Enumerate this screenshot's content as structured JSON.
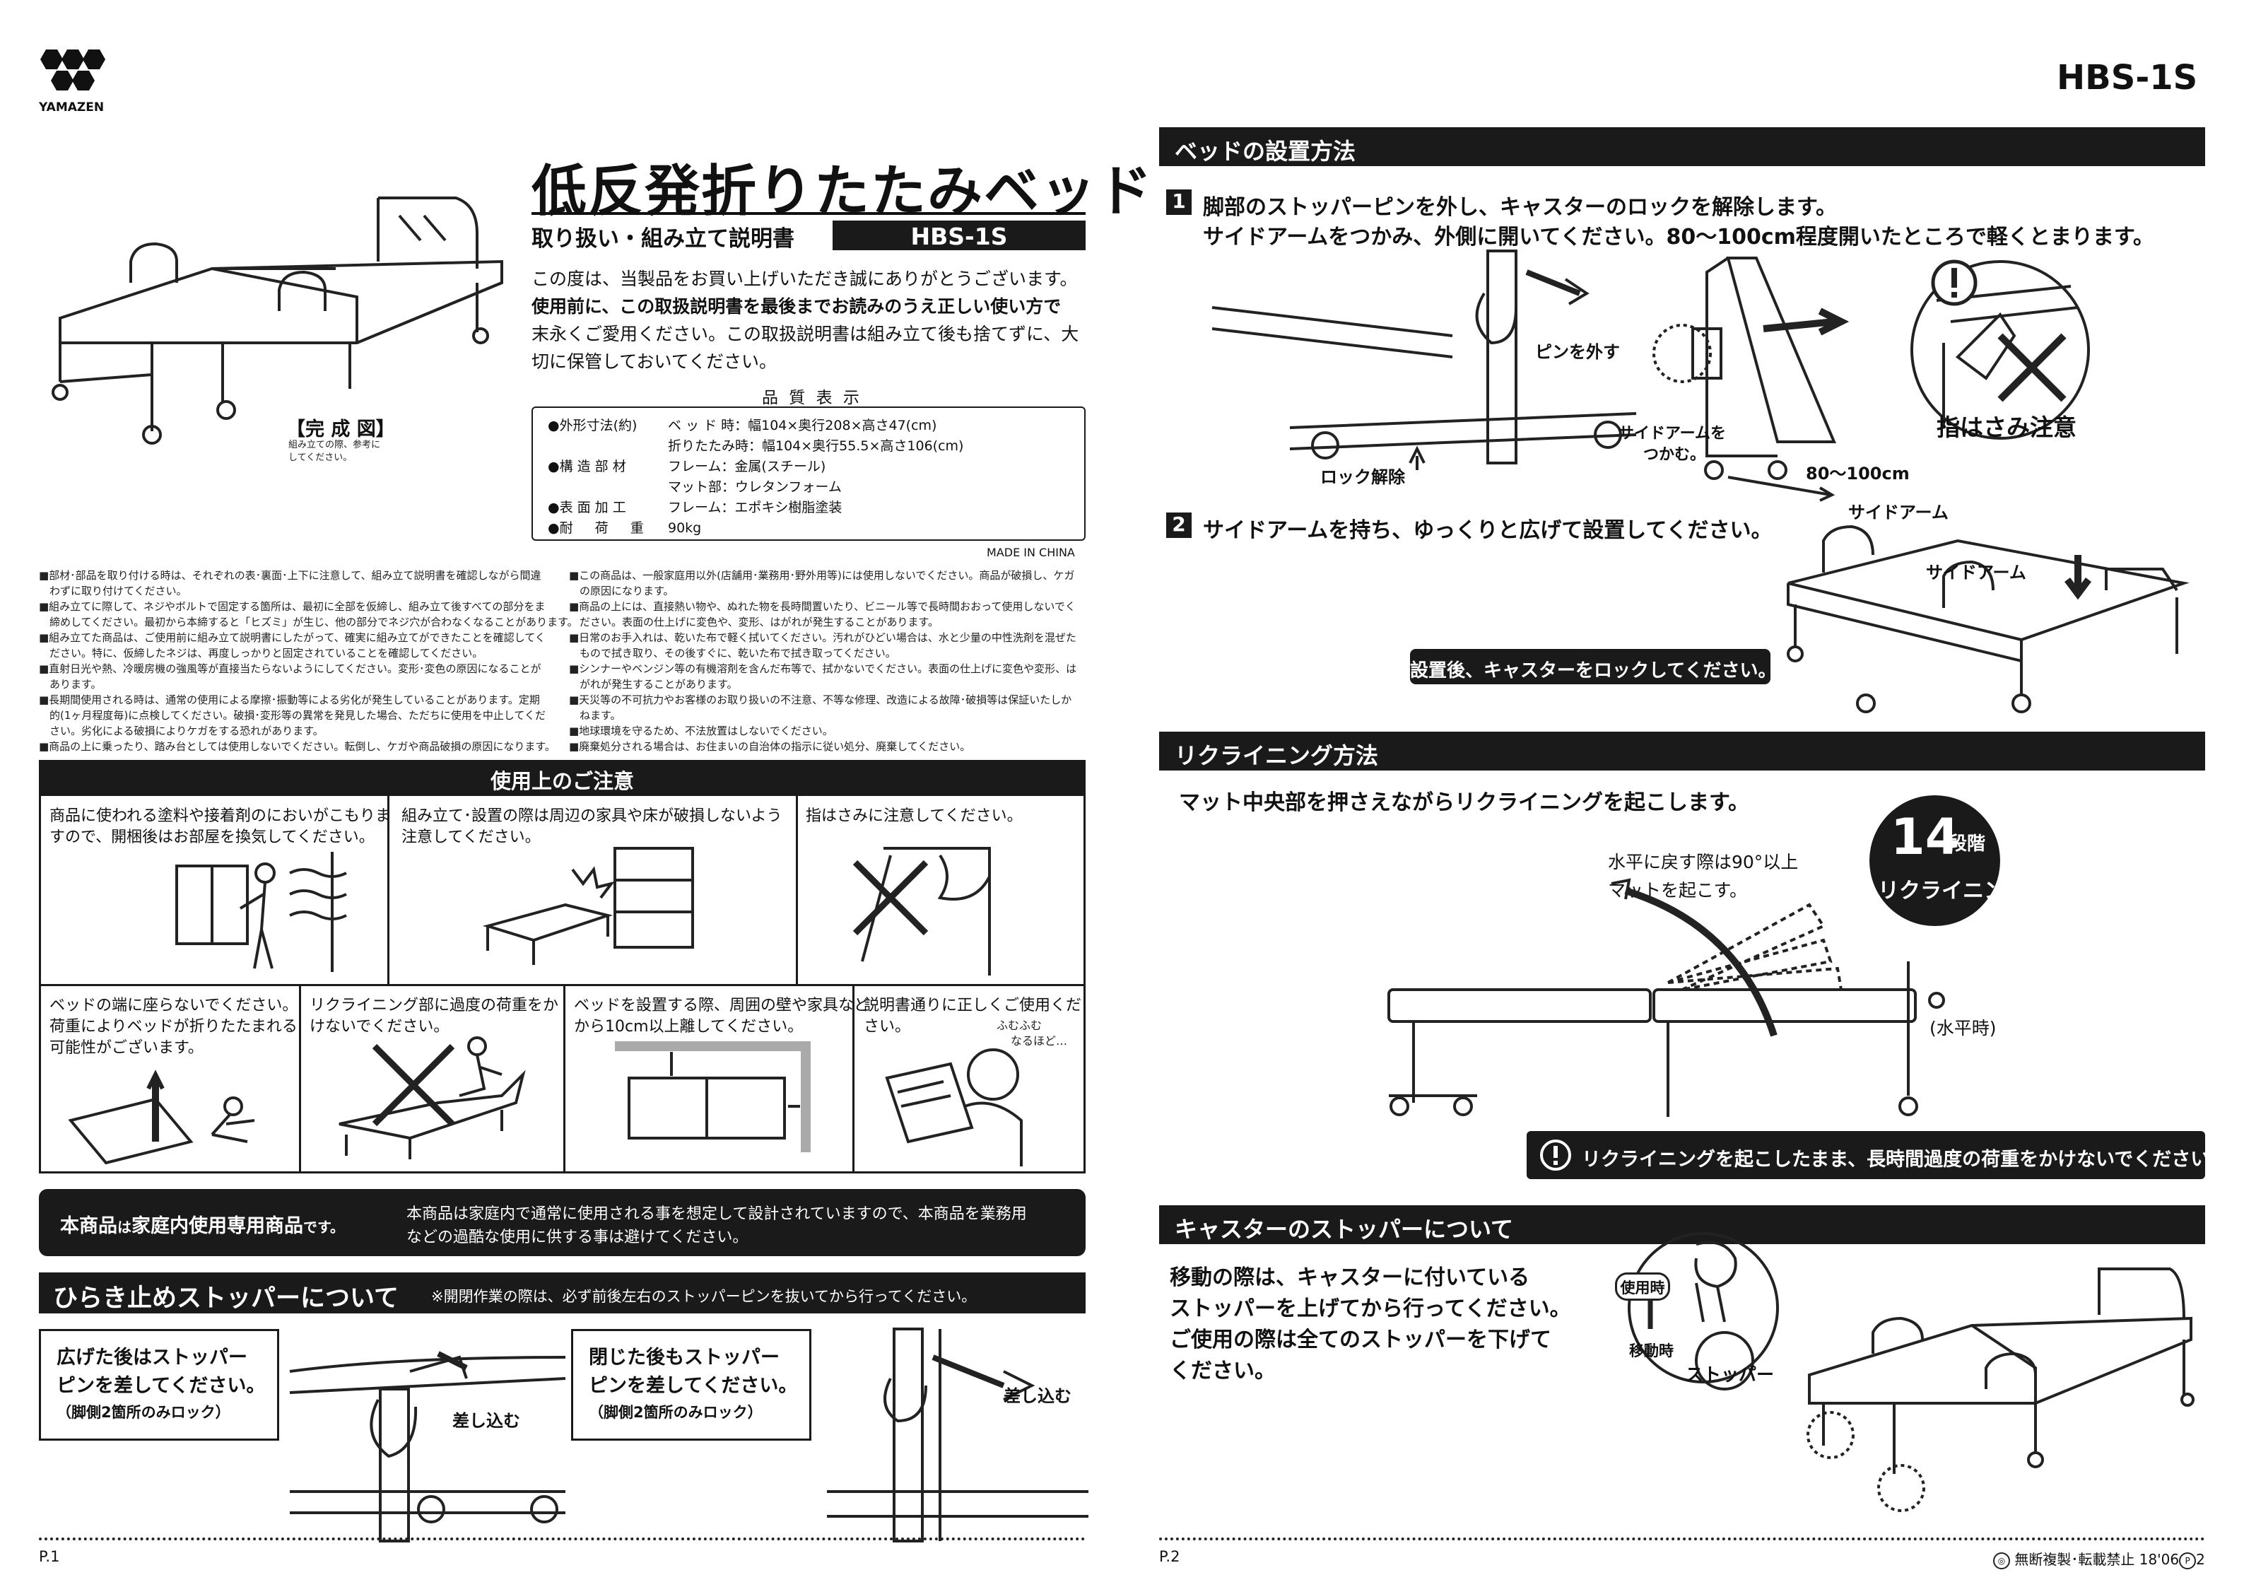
{
  "brand": {
    "name": "YAMAZEN"
  },
  "model_code": "HBS-1S",
  "title": "低反発折りたたみベッド",
  "subtitle": "取り扱い・組み立て説明書",
  "completed_figure": {
    "label": "【完 成 図】",
    "note_1": "組み立ての際、参考に",
    "note_2": "してください。"
  },
  "intro": [
    "この度は、当製品をお買い上げいただき誠にありがとうございます。",
    "使用前に、この取扱説明書を最後までお読みのうえ正しい使い方で",
    "末永くご愛用ください。この取扱説明書は組み立て後も捨てずに、大",
    "切に保管しておいてください。"
  ],
  "quality": {
    "heading": "品 質 表 示",
    "rows": [
      [
        "●外形寸法(約)",
        "ベ ッ ド 時：幅104×奥行208×高さ47(cm)"
      ],
      [
        "",
        "折りたたみ時：幅104×奥行55.5×高さ106(cm)"
      ],
      [
        "●構 造 部 材",
        "フレーム：金属(スチール)"
      ],
      [
        "",
        "マット部：ウレタンフォーム"
      ],
      [
        "●表 面 加 工",
        "フレーム：エポキシ樹脂塗装"
      ],
      [
        "●耐 　 荷 　 重",
        "90kg"
      ]
    ],
    "origin": "MADE IN CHINA"
  },
  "notes_left": [
    "■部材･部品を取り付ける時は、それぞれの表･裏面･上下に注意して、組み立て説明書を確認しながら間違",
    "　わずに取り付けてください。",
    "■組み立てに際して、ネジやボルトで固定する箇所は、最初に全部を仮締し、組み立て後すべての部分をま",
    "　締めしてください。最初から本締すると「ヒズミ」が生じ、他の部分でネジ穴が合わなくなることがあります。",
    "■組み立てた商品は、ご使用前に組み立て説明書にしたがって、確実に組み立てができたことを確認してく",
    "　ださい。特に、仮締したネジは、再度しっかりと固定されていることを確認してください。",
    "■直射日光や熱、冷暖房機の強風等が直接当たらないようにしてください。変形･変色の原因になることが",
    "　あります。",
    "■長期間使用される時は、通常の使用による摩擦･振動等による劣化が発生していることがあります。定期",
    "　的(1ヶ月程度毎)に点検してください。破損･変形等の異常を発見した場合、ただちに使用を中止してくだ",
    "　さい。劣化による破損によりケガをする恐れがあります。",
    "■商品の上に乗ったり、踏み台としては使用しないでください。転倒し、ケガや商品破損の原因になります。"
  ],
  "notes_right": [
    "■この商品は、一般家庭用以外(店舗用･業務用･野外用等)には使用しないでください。商品が破損し、ケガ",
    "　の原因になります。",
    "■商品の上には、直接熱い物や、ぬれた物を長時間置いたり、ビニール等で長時間おおって使用しないでく",
    "　ださい。表面の仕上げに変色や、変形、はがれが発生することがあります。",
    "■日常のお手入れは、乾いた布で軽く拭いてください。汚れがひどい場合は、水と少量の中性洗剤を混ぜた",
    "　もので拭き取り、その後すぐに、乾いた布で拭き取ってください。",
    "■シンナーやベンジン等の有機溶剤を含んだ布等で、拭かないでください。表面の仕上げに変色や変形、は",
    "　がれが発生することがあります。",
    "■天災等の不可抗力やお客様のお取り扱いの不注意、不等な修理、改造による故障･破損等は保証いたしか",
    "　ねます。",
    "■地球環境を守るため、不法放置はしないでください。",
    "■廃棄処分される場合は、お住まいの自治体の指示に従い処分、廃棄してください。"
  ],
  "caution": {
    "heading": "使用上のご注意",
    "top": [
      [
        "商品に使われる塗料や接着剤のにおいがこもりま",
        "すので、開梱後はお部屋を換気してください。"
      ],
      [
        "組み立て･設置の際は周辺の家具や床が破損しないよう",
        "注意してください。"
      ],
      [
        "指はさみに注意してください。",
        ""
      ]
    ],
    "bottom": [
      [
        "ベッドの端に座らないでください。",
        "荷重によりベッドが折りたたまれる",
        "可能性がございます。"
      ],
      [
        "リクライニング部に過度の荷重をか",
        "けないでください。",
        ""
      ],
      [
        "ベッドを設置する際、周囲の壁や家具など",
        "から10cm以上離してください。",
        ""
      ],
      [
        "説明書通りに正しくご使用くだ",
        "さい。",
        ""
      ]
    ],
    "bubble": [
      "ふむふむ",
      "なるほど…"
    ]
  },
  "household": {
    "lead": "本商品",
    "lead_small": "は",
    "lead_2": "家庭内使用専用商品",
    "lead_small_2": "です。",
    "body_1": "本商品は家庭内で通常に使用される事を想定して設計されていますので、本商品を業務用",
    "body_2": "などの過酷な使用に供する事は避けてください。"
  },
  "stopper": {
    "heading": "ひらき止めストッパーについて",
    "note": "※開閉作業の際は、必ず前後左右のストッパーピンを抜いてから行ってください。",
    "box1": [
      "広げた後はストッパー",
      "ピンを差してください。",
      "（脚側2箇所のみロック）"
    ],
    "box2": [
      "閉じた後もストッパー",
      "ピンを差してください。",
      "（脚側2箇所のみロック）"
    ],
    "insert_label": "差し込む"
  },
  "setup": {
    "heading": "ベッドの設置方法",
    "step1_num": "1",
    "step1_line1": "脚部のストッパーピンを外し、キャスターのロックを解除します。",
    "step1_line2": "サイドアームをつかみ、外側に開いてください。80～100cm程度開いたところで軽くとまります。",
    "pin_remove": "ピンを外す",
    "lock_release": "ロック解除",
    "grab_arm_1": "サイドアームを",
    "grab_arm_2": "つかむ。",
    "range": "80～100cm",
    "finger_warning": "指はさみ注意",
    "step2_num": "2",
    "step2": "サイドアームを持ち、ゆっくりと広げて設置してください。",
    "side_arm": "サイドアーム",
    "lock_after": "設置後、キャスターをロックしてください。"
  },
  "recline": {
    "heading": "リクライニング方法",
    "lead": "マット中央部を押さえながらリクライニングを起こします。",
    "badge_num": "14",
    "badge_unit": "段階",
    "badge_text": "リクライニング",
    "note_1": "水平に戻す際は90°以上",
    "note_2": "マットを起こす。",
    "horizontal": "(水平時)",
    "warning": "リクライニングを起こしたまま、長時間過度の荷重をかけないでください。"
  },
  "caster": {
    "heading": "キャスターのストッパーについて",
    "lines": [
      "移動の際は、キャスターに付いている",
      "ストッパーを上げてから行ってください。",
      "ご使用の際は全てのストッパーを下げて",
      "ください。"
    ],
    "in_use": "使用時",
    "moving": "移動時",
    "stopper": "ストッパー"
  },
  "footer": {
    "page_left": "P.1",
    "page_right": "P.2",
    "copyright": "無断複製･転載禁止 18'06",
    "copyright_suffix": "2"
  }
}
